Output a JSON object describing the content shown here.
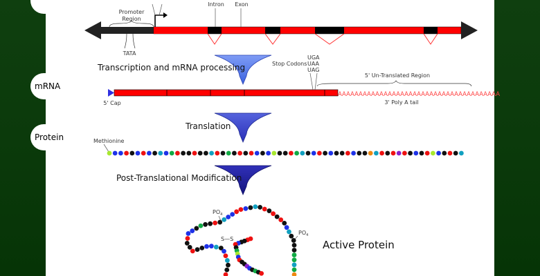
{
  "labels": {
    "row_mrna": "mRNA",
    "row_protein": "Protein",
    "promoter_line1": "Promoter",
    "promoter_line2": "Region",
    "tata": "TATA",
    "intron": "Intron",
    "exon": "Exon",
    "step_transcription": "Transcription and mRNA processing",
    "stop_codons_title": "Stop Codons",
    "stop_codons": [
      "UGA",
      "UAA",
      "UAG"
    ],
    "utr": "5' Un-Translated Region",
    "cap": "5' Cap",
    "poly_a_tail": "3' Poly A tail",
    "poly_a_seq": "AAAAAAAAAAAAAAAAAAAAAAAAAAAAAAAAAAAAAAA",
    "step_translation": "Translation",
    "methionine": "Methionine",
    "step_ptm": "Post-Translational Modification",
    "po4": "PO",
    "po4_sub": "4",
    "disulfide": "S—S",
    "active_protein": "Active Protein"
  },
  "colors": {
    "exon": "#ff0000",
    "intron": "#000000",
    "dna_backbone": "#222222",
    "poly_a": "#ff4040",
    "cap": "#3030e0",
    "arrow_1": "#5a7de8",
    "arrow_2": "#3a48cc",
    "arrow_3": "#1c1ca0"
  },
  "dna_segments": [
    "exon",
    "intron",
    "exon",
    "intron",
    "exon",
    "intron",
    "exon",
    "intron",
    "exon"
  ],
  "amino_acid_chain": [
    "lime",
    "blue",
    "blue",
    "red",
    "black",
    "blue",
    "red",
    "blue",
    "black",
    "teal",
    "blue",
    "green",
    "red",
    "black",
    "black",
    "red",
    "black",
    "black",
    "teal",
    "red",
    "black",
    "green",
    "black",
    "red",
    "black",
    "red",
    "blue",
    "black",
    "blue",
    "lime",
    "black",
    "black",
    "red",
    "green",
    "teal",
    "black",
    "blue",
    "red",
    "black",
    "blue",
    "black",
    "black",
    "red",
    "blue",
    "black",
    "black",
    "orange",
    "teal",
    "red",
    "black",
    "red",
    "purple",
    "red",
    "black",
    "blue",
    "black",
    "red",
    "lime",
    "blue",
    "black",
    "red",
    "black",
    "teal"
  ],
  "folded_protein": {
    "main_chain": [
      "orange",
      "green",
      "teal",
      "green",
      "green",
      "black",
      "black",
      "black",
      "black",
      "teal",
      "blue",
      "black",
      "red",
      "black",
      "red",
      "black",
      "red",
      "black",
      "teal",
      "black",
      "blue",
      "red",
      "red",
      "blue",
      "blue",
      "teal",
      "black",
      "red",
      "black",
      "black",
      "green",
      "black",
      "blue",
      "blue",
      "red",
      "black",
      "black",
      "red",
      "black",
      "black",
      "blue",
      "blue",
      "teal",
      "black",
      "blue",
      "red",
      "teal",
      "black",
      "black",
      "red"
    ],
    "branch_chain": [
      "red",
      "red",
      "black",
      "black",
      "blue",
      "red",
      "black",
      "green",
      "lime",
      "blue",
      "red",
      "black",
      "black",
      "purple",
      "blue",
      "black",
      "green",
      "black",
      "red",
      "blue"
    ]
  },
  "amino_acid_palette": {
    "lime": "#a8e830",
    "blue": "#1e32e8",
    "red": "#ee1111",
    "black": "#111111",
    "teal": "#11a0c0",
    "green": "#11aa44",
    "orange": "#ee8811",
    "purple": "#8822cc"
  }
}
